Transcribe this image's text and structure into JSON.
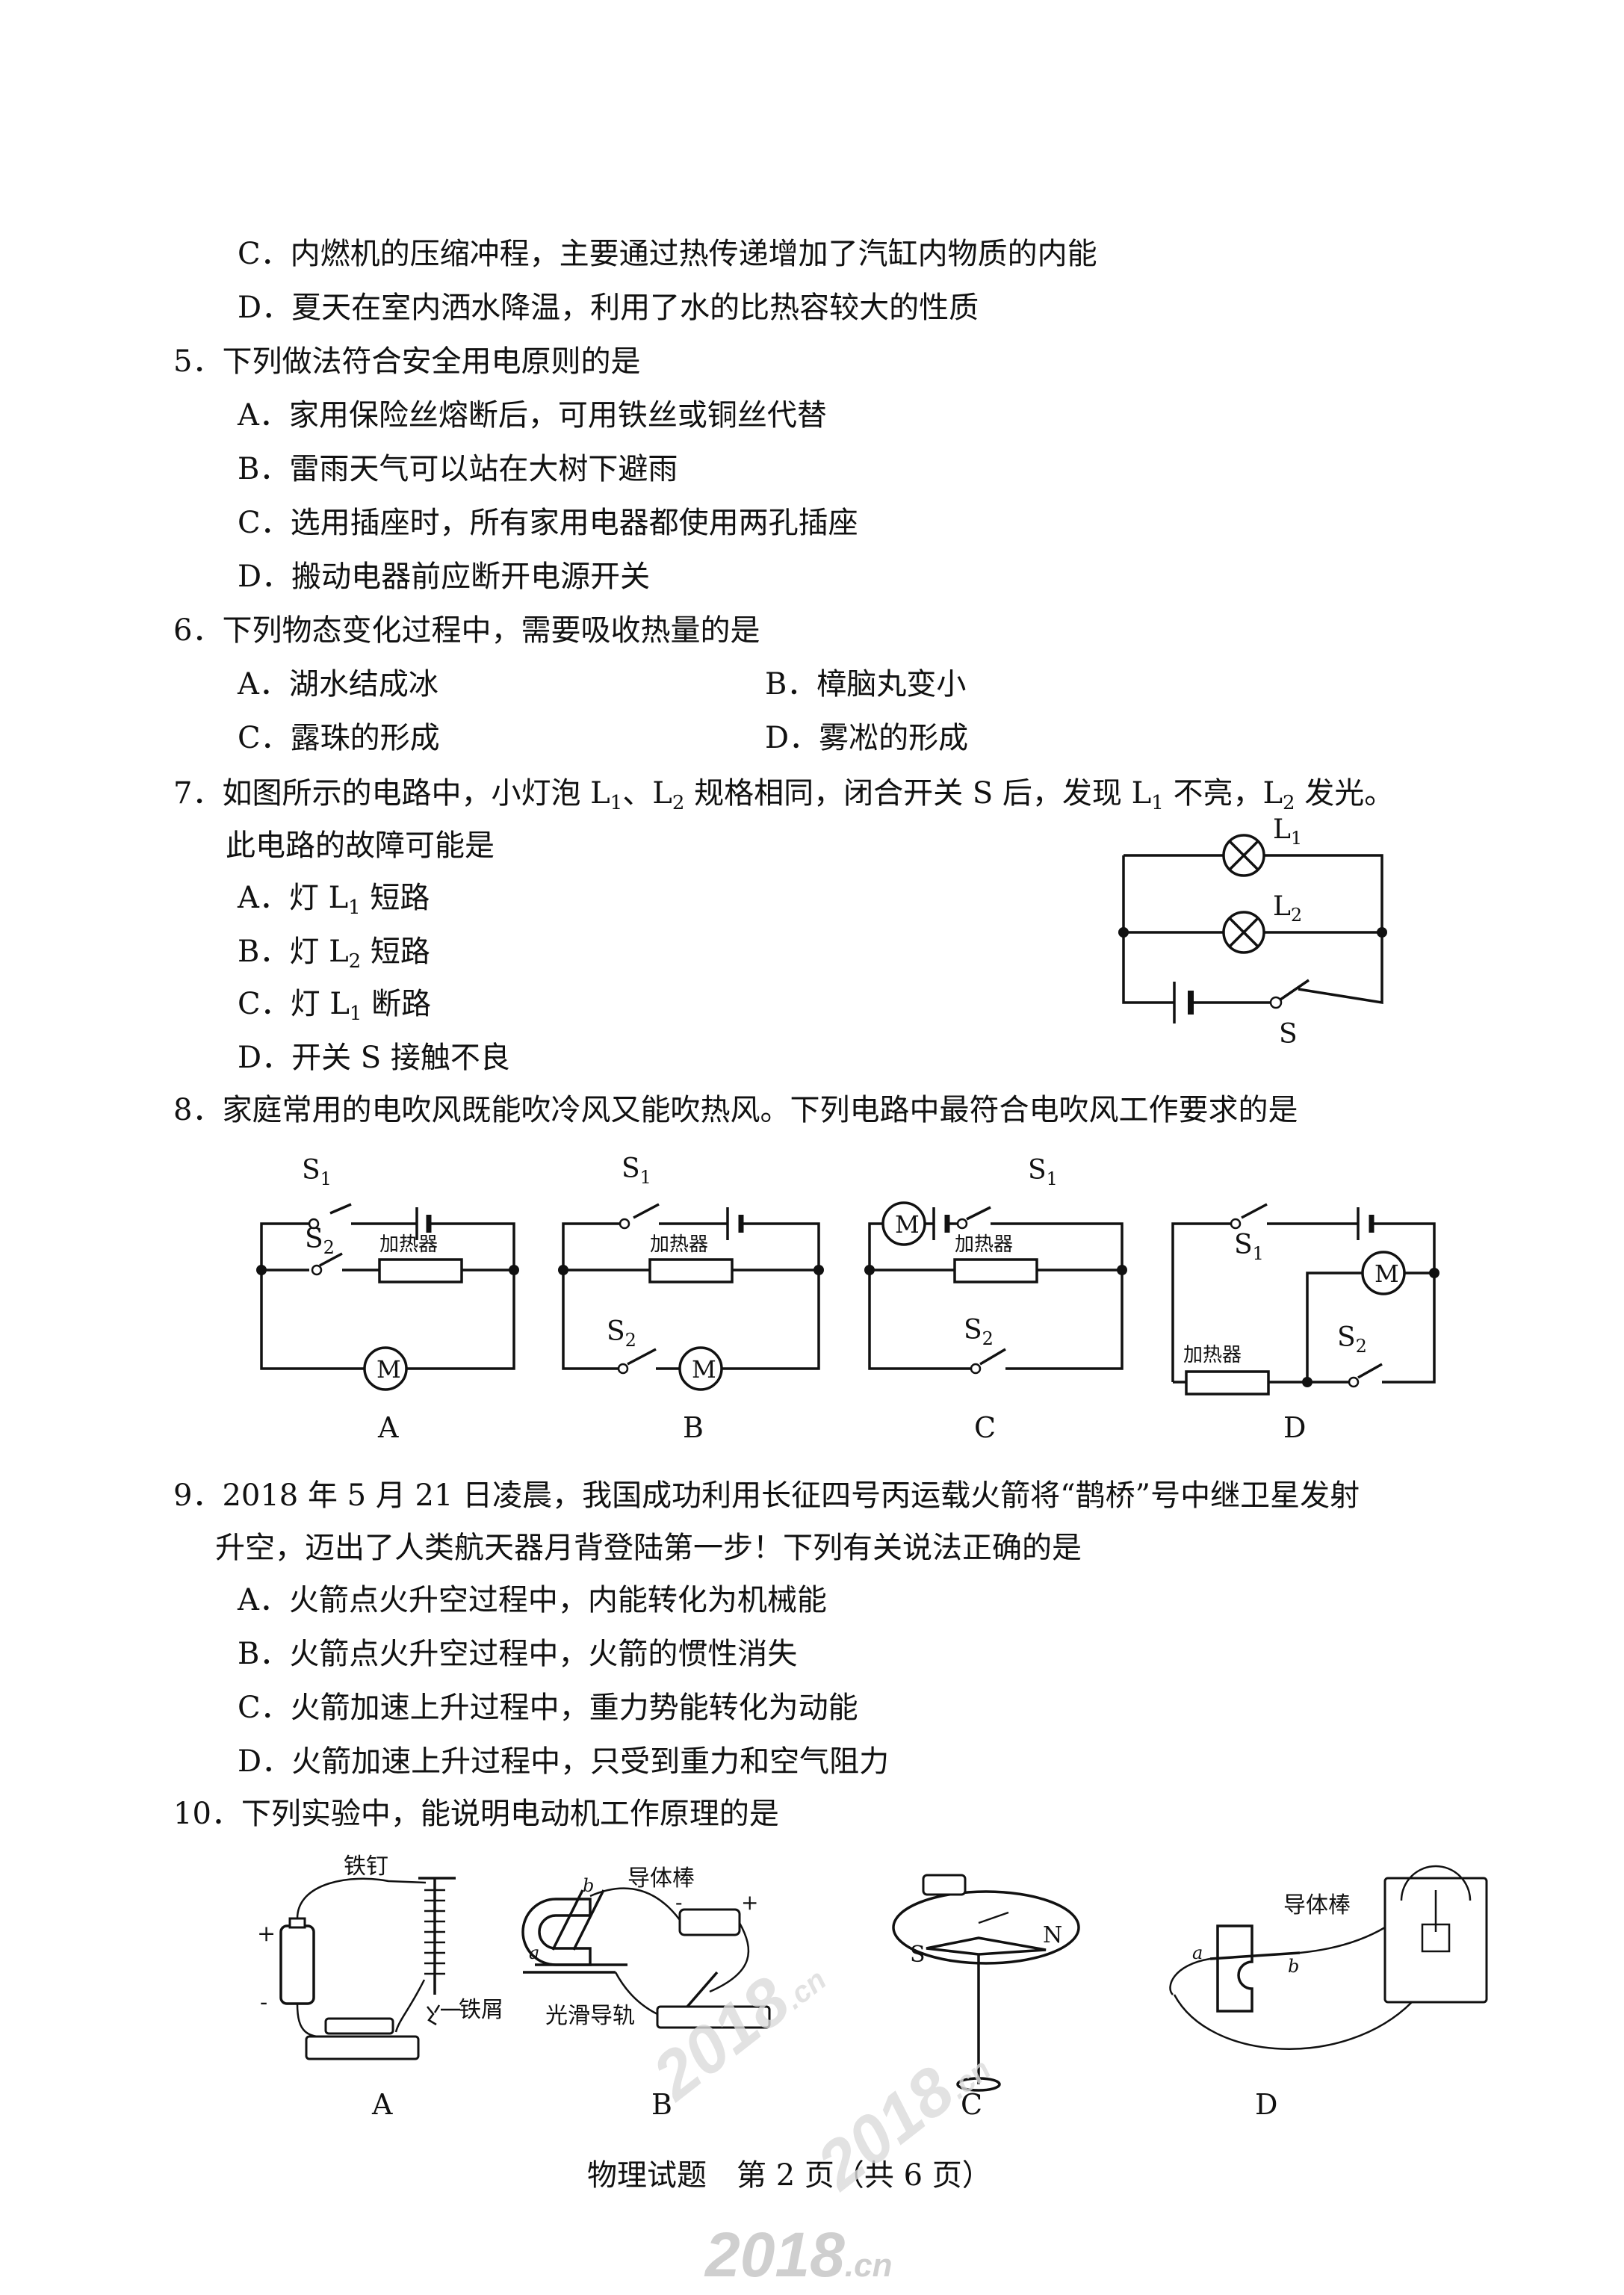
{
  "q4": {
    "c": "C．内燃机的压缩冲程，主要通过热传递增加了汽缸内物质的内能",
    "d": "D．夏天在室内洒水降温，利用了水的比热容较大的性质"
  },
  "q5": {
    "stem": "5．下列做法符合安全用电原则的是",
    "a": "A．家用保险丝熔断后，可用铁丝或铜丝代替",
    "b": "B．雷雨天气可以站在大树下避雨",
    "c": "C．选用插座时，所有家用电器都使用两孔插座",
    "d": "D．搬动电器前应断开电源开关"
  },
  "q6": {
    "stem": "6．下列物态变化过程中，需要吸收热量的是",
    "a": "A．湖水结成冰",
    "b": "B．樟脑丸变小",
    "c": "C．露珠的形成",
    "d": "D．雾凇的形成"
  },
  "q7": {
    "stem_p1": "7．如图所示的电路中，小灯泡 L",
    "sub1": "1",
    "stem_p2": "、L",
    "sub2": "2",
    "stem_p3": " 规格相同，闭合开关 S 后，发现 L",
    "sub3": "1",
    "stem_p4": " 不亮，L",
    "sub4": "2",
    "stem_p5": " 发光。",
    "stem_l2": "此电路的故障可能是",
    "a_p1": "A．灯 L",
    "a_sub": "1",
    "a_p2": " 短路",
    "b_p1": "B．灯 L",
    "b_sub": "2",
    "b_p2": " 短路",
    "c_p1": "C．灯 L",
    "c_sub": "1",
    "c_p2": " 断路",
    "d": "D．开关 S 接触不良",
    "fig": {
      "l": "L",
      "s1": "1",
      "s2": "2",
      "s": "S"
    }
  },
  "q8": {
    "stem": "8．家庭常用的电吹风既能吹冷风又能吹热风。下列电路中最符合电吹风工作要求的是",
    "heater": "加热器",
    "motor": "M",
    "s": "S",
    "one": "1",
    "two": "2",
    "labels": [
      "A",
      "B",
      "C",
      "D"
    ]
  },
  "q9": {
    "stem_l1": "9．2018 年 5 月 21 日凌晨，我国成功利用长征四号丙运载火箭将“鹊桥”号中继卫星发射",
    "stem_l2": "升空，迈出了人类航天器月背登陆第一步！下列有关说法正确的是",
    "a": "A．火箭点火升空过程中，内能转化为机械能",
    "b": "B．火箭点火升空过程中，火箭的惯性消失",
    "c": "C．火箭加速上升过程中，重力势能转化为动能",
    "d": "D．火箭加速上升过程中，只受到重力和空气阻力"
  },
  "q10": {
    "stem": "10．下列实验中，能说明电动机工作原理的是",
    "iron_nail": "铁钉",
    "iron_filings": "铁屑",
    "plus": "+",
    "minus": "-",
    "conductor_rod": "导体棒",
    "smooth_rail": "光滑导轨",
    "a_lbl": "a",
    "b_lbl": "b",
    "n": "N",
    "s": "S",
    "labels": [
      "A",
      "B",
      "C",
      "D"
    ]
  },
  "footer": "物理试题　第 2 页（共 6 页）",
  "watermark": "2018",
  "watermark_cn": ".cn"
}
